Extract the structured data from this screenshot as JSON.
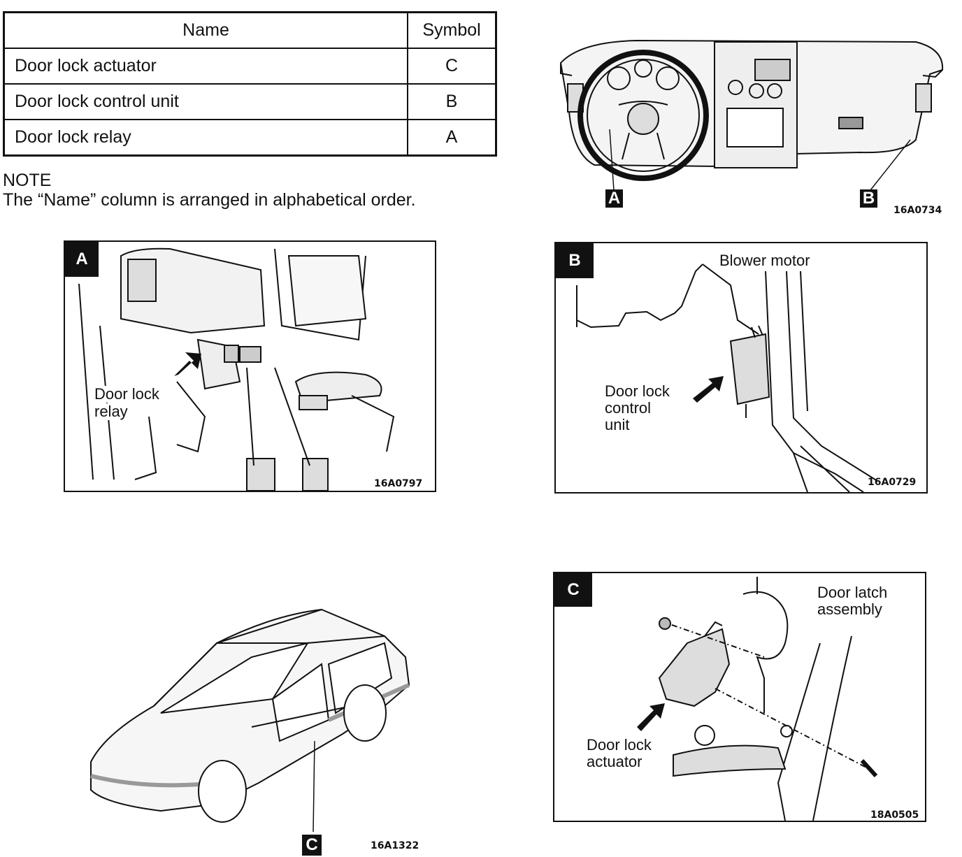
{
  "table": {
    "headers": {
      "name": "Name",
      "symbol": "Symbol"
    },
    "rows": [
      {
        "name": "Door lock actuator",
        "symbol": "C"
      },
      {
        "name": "Door lock control unit",
        "symbol": "B"
      },
      {
        "name": "Door lock relay",
        "symbol": "A"
      }
    ]
  },
  "note": {
    "title": "NOTE",
    "text": "The “Name” column is arranged in alphabetical order."
  },
  "figures": {
    "dashboard": {
      "tag_a": "A",
      "tag_b": "B",
      "code": "16A0734"
    },
    "relay": {
      "tag": "A",
      "label_line1": "Door lock",
      "label_line2": "relay",
      "code": "16A0797"
    },
    "control_unit": {
      "tag": "B",
      "blower_label": "Blower motor",
      "label_line1": "Door lock",
      "label_line2": "control",
      "label_line3": "unit",
      "code": "16A0729"
    },
    "car": {
      "tag": "C",
      "code": "16A1322"
    },
    "actuator": {
      "tag": "C",
      "latch_line1": "Door latch",
      "latch_line2": "assembly",
      "label_line1": "Door lock",
      "label_line2": "actuator",
      "code": "18A0505"
    }
  }
}
